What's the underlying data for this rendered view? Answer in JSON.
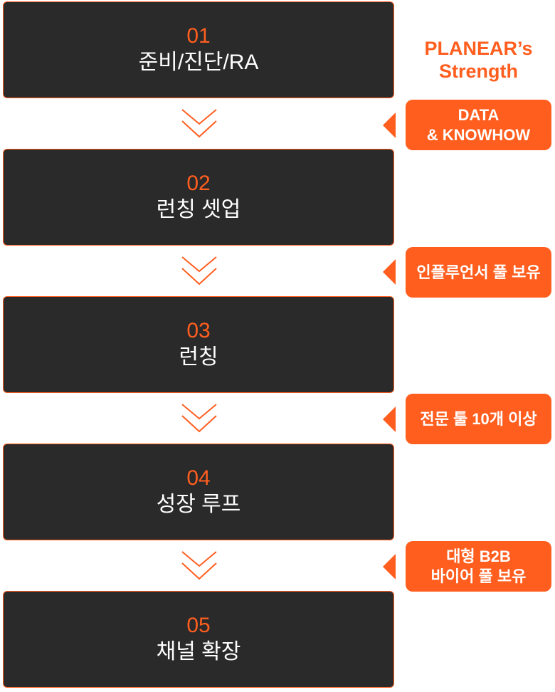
{
  "steps": [
    {
      "num": "01",
      "label": "준비/진단/RA"
    },
    {
      "num": "02",
      "label": "런칭 셋업"
    },
    {
      "num": "03",
      "label": "런칭"
    },
    {
      "num": "04",
      "label": "성장 루프"
    },
    {
      "num": "05",
      "label": "채널 확장"
    }
  ],
  "strength_title": "PLANEAR’s\nStrength",
  "strengths": [
    "DATA\n& KNOWHOW",
    "인플루언서 풀 보유",
    "전문 툴 10개 이상",
    "대형 B2B\n바이어 풀 보유"
  ],
  "colors": {
    "accent": "#ff5e1f",
    "box": "#2a2a2a"
  }
}
